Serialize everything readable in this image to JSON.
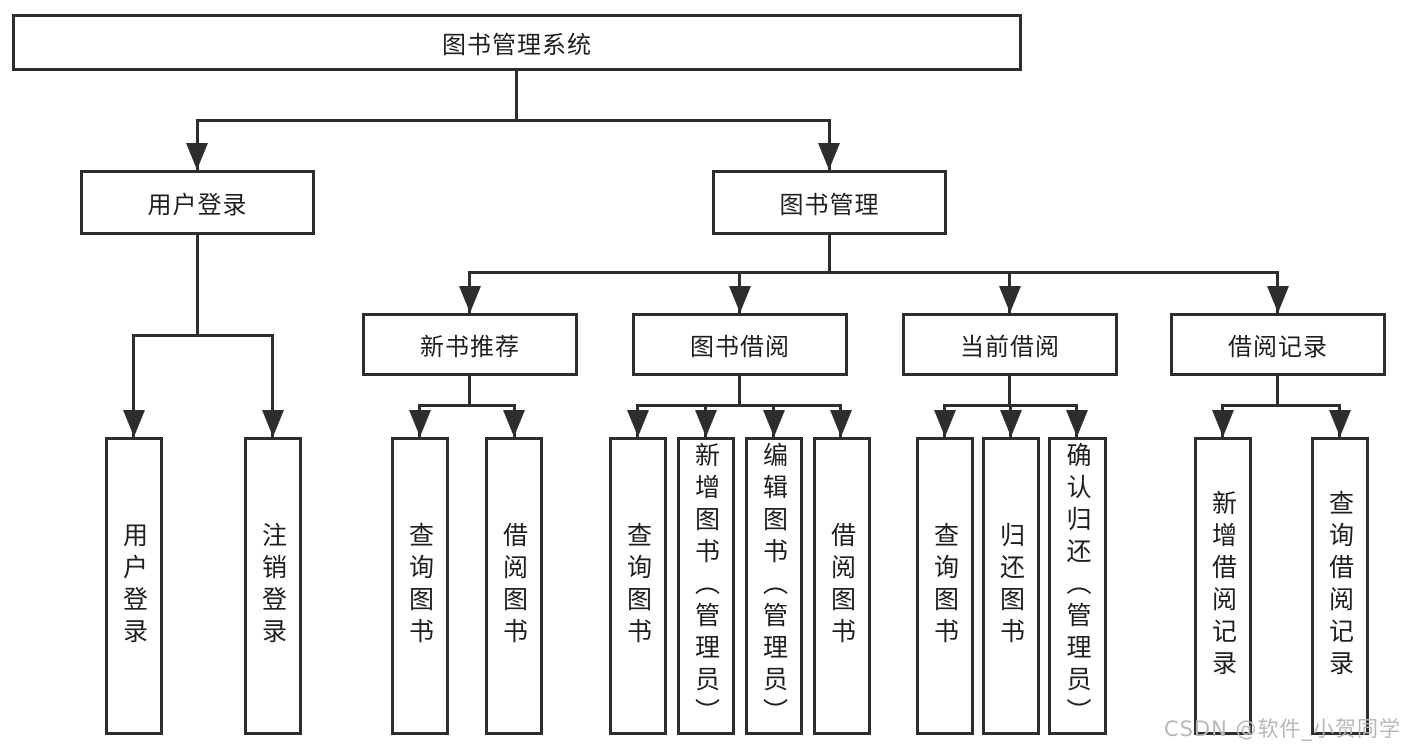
{
  "diagram": {
    "root": {
      "label": "图书管理系统"
    },
    "level2": [
      {
        "label": "用户登录"
      },
      {
        "label": "图书管理"
      }
    ],
    "level3": [
      {
        "label": "新书推荐"
      },
      {
        "label": "图书借阅"
      },
      {
        "label": "当前借阅"
      },
      {
        "label": "借阅记录"
      }
    ],
    "leaves": {
      "user_login": [
        {
          "label": "用户登录"
        },
        {
          "label": "注销登录"
        }
      ],
      "new_books": [
        {
          "label": "查询图书"
        },
        {
          "label": "借阅图书"
        }
      ],
      "borrowing": [
        {
          "label": "查询图书"
        },
        {
          "label": "新增图书（管理员）"
        },
        {
          "label": "编辑图书（管理员）"
        },
        {
          "label": "借阅图书"
        }
      ],
      "current": [
        {
          "label": "查询图书"
        },
        {
          "label": "归还图书"
        },
        {
          "label": "确认归还（管理员）"
        }
      ],
      "records": [
        {
          "label": "新增借阅记录"
        },
        {
          "label": "查询借阅记录"
        }
      ]
    },
    "watermark": "CSDN @软件_小贺同学",
    "colors": {
      "line": "#2d2d2d",
      "text": "#1f1f1f",
      "watermark": "#b8b8b8",
      "background": "#ffffff"
    }
  }
}
